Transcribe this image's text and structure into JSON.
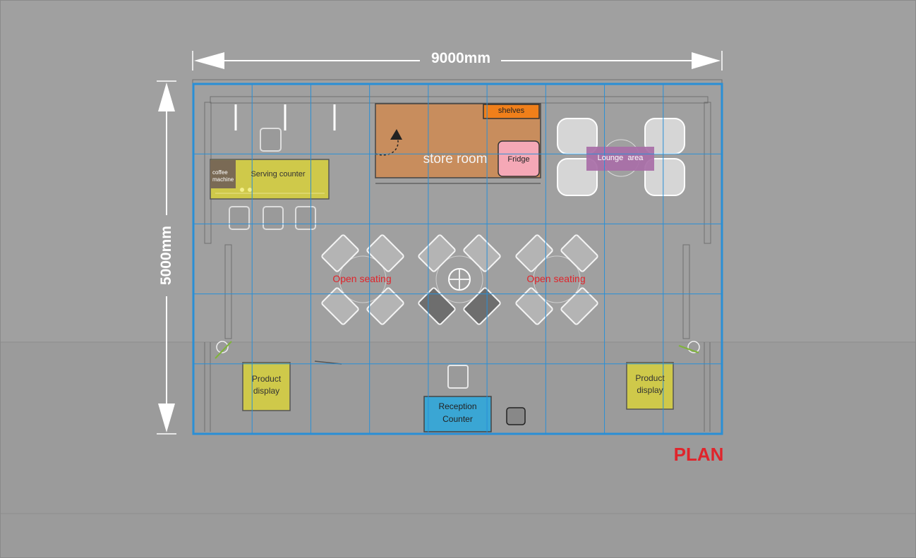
{
  "dimensions": {
    "width_label": "9000mm",
    "height_label": "5000mm"
  },
  "title": "PLAN",
  "zones": {
    "shelves": "shelves",
    "store_room": "store room",
    "fridge": "Fridge",
    "lounge": "Lounge  area",
    "coffee_line1": "coffee",
    "coffee_line2": "machine",
    "serving_counter": "Serving counter",
    "open_seating_left": "Open seating",
    "open_seating_right": "Open seating",
    "product_display_left_l1": "Product",
    "product_display_left_l2": "display",
    "product_display_right_l1": "Product",
    "product_display_right_l2": "display",
    "reception_l1": "Reception",
    "reception_l2": "Counter"
  },
  "colors": {
    "background": "#a0a0a0",
    "grid": "#2a8fd6",
    "label_red": "#e0242b",
    "store_room": "#c88d5d",
    "shelves": "#f07f1a",
    "fridge": "#f5a8b6",
    "lounge": "#a86ea7",
    "serving_counter": "#cfc94a",
    "product_display": "#cfc94a",
    "reception": "#3aa6d4",
    "coffee": "#7a6a55"
  }
}
